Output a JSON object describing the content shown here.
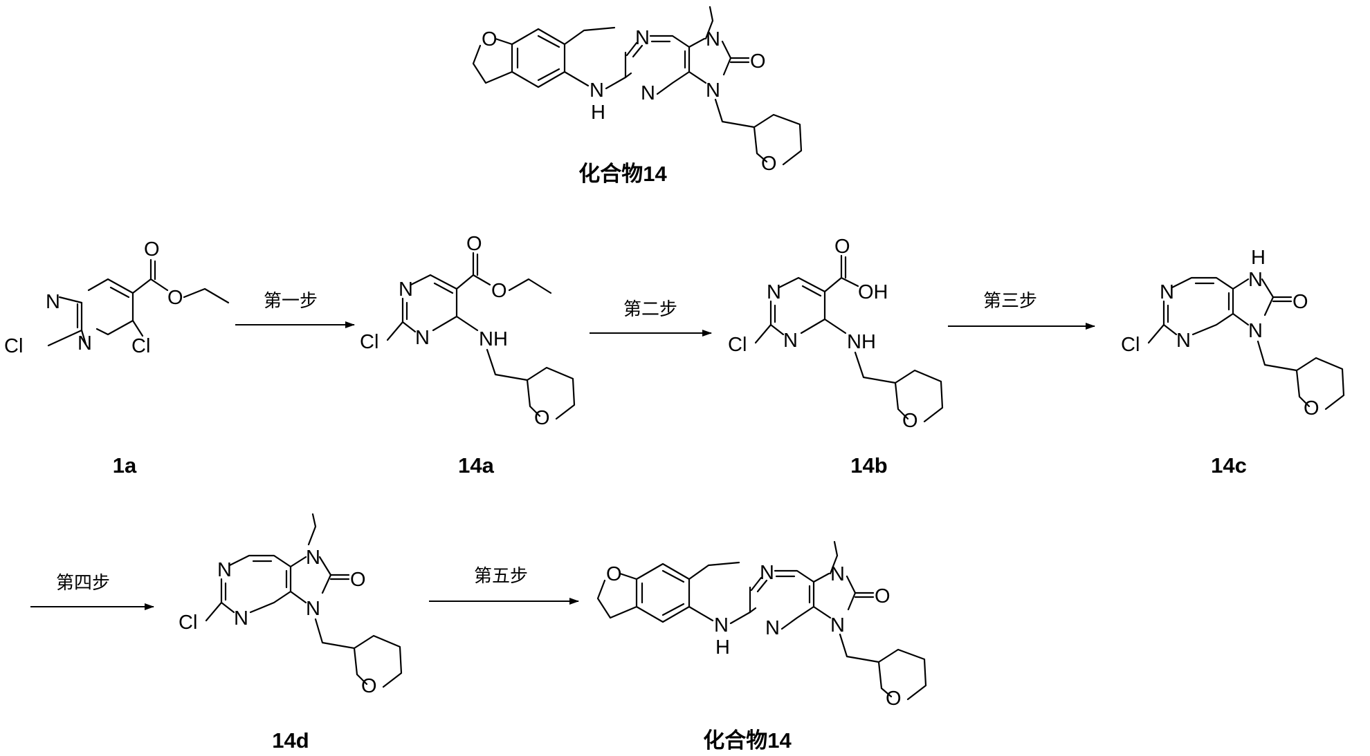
{
  "compound_labels": {
    "target_top": "化合物14",
    "c1a": "1a",
    "c14a": "14a",
    "c14b": "14b",
    "c14c": "14c",
    "c14d": "14d",
    "final": "化合物14"
  },
  "steps": [
    "第一步",
    "第二步",
    "第三步",
    "第四步",
    "第五步"
  ],
  "atoms": {
    "N": "N",
    "O": "O",
    "Cl": "Cl",
    "H": "H",
    "NH": "NH",
    "OH": "OH"
  }
}
